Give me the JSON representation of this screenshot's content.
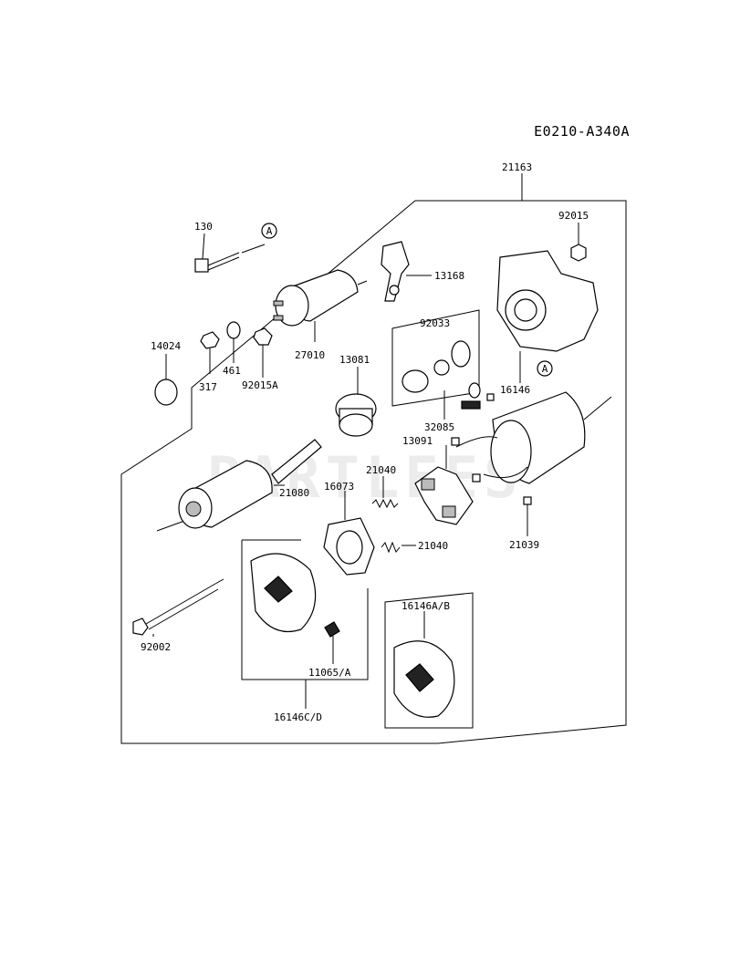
{
  "diagram": {
    "code": "E0210-A340A",
    "watermark": "PARTLEES",
    "labels": {
      "p21163": "21163",
      "p130": "130",
      "p92015": "92015",
      "p13168": "13168",
      "p14024": "14024",
      "p27010": "27010",
      "p461": "461",
      "p317": "317",
      "p92015A": "92015A",
      "p92033": "92033",
      "p16146": "16146",
      "p13081": "13081",
      "p32085": "32085",
      "p13091": "13091",
      "p21040a": "21040",
      "p21080": "21080",
      "p16073": "16073",
      "p21040b": "21040",
      "p21039": "21039",
      "p92002": "92002",
      "p11065A": "11065/A",
      "p16146CD": "16146C/D",
      "p16146AB": "16146A/B"
    },
    "callouts": {
      "ref1": "A",
      "ref2": "A"
    }
  }
}
